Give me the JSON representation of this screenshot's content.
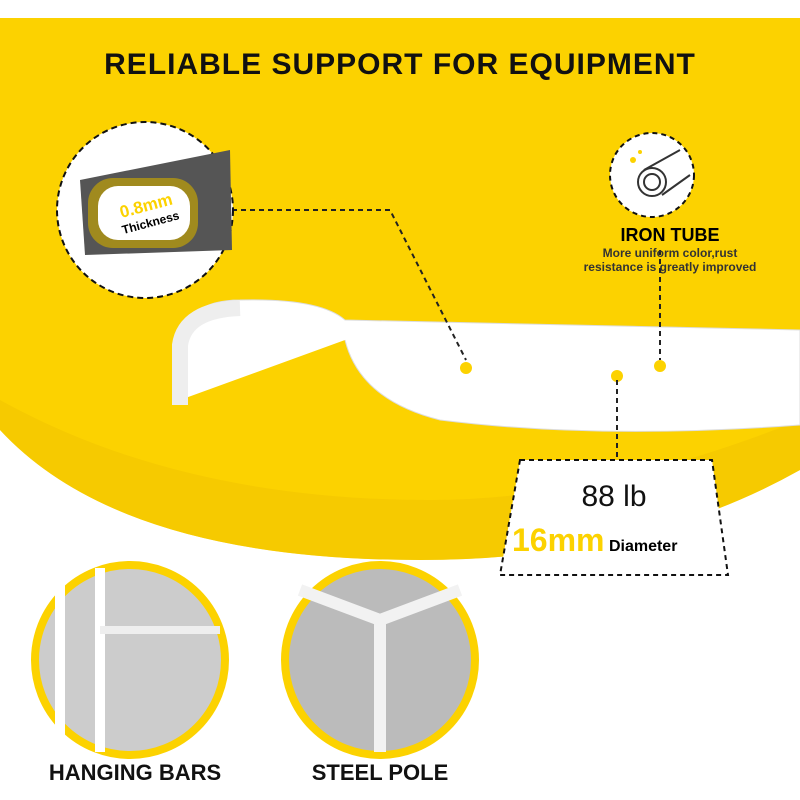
{
  "title": "RELIABLE SUPPORT  FOR EQUIPMENT",
  "thickness": {
    "value": "0.8mm",
    "label": "Thickness"
  },
  "iron_tube": {
    "title": "IRON TUBE",
    "desc1": "More uniform color,rust",
    "desc2": "resistance is greatly improved"
  },
  "spec": {
    "load": "88 lb",
    "diameter_value": "16mm",
    "diameter_label": "Diameter"
  },
  "features": [
    {
      "label": "HANGING BARS"
    },
    {
      "label": "STEEL POLE"
    }
  ],
  "colors": {
    "accent": "#fcd200",
    "dark": "#111111"
  }
}
